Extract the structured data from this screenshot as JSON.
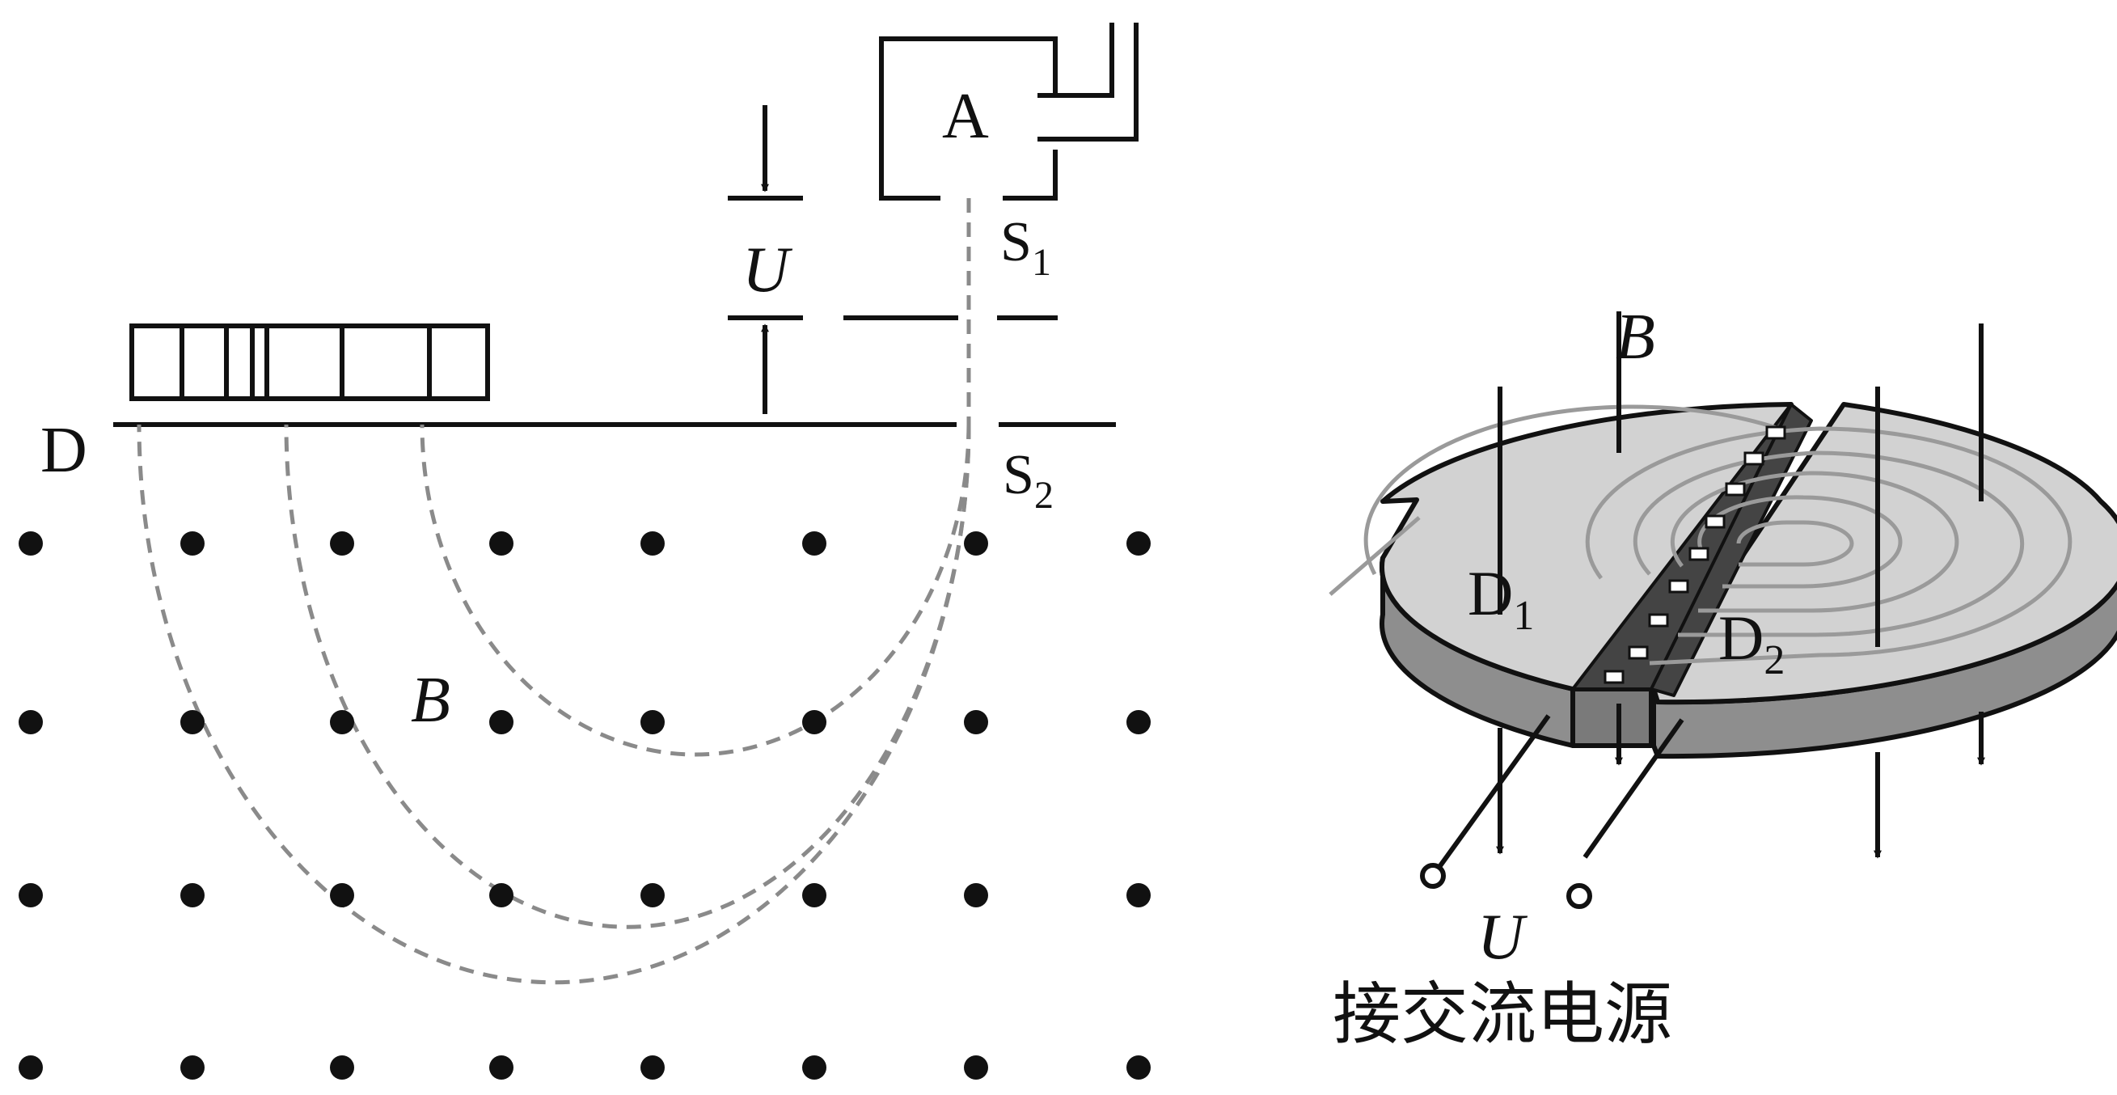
{
  "left_figure": {
    "label_A": "A",
    "label_S1": "S",
    "label_S1_sub": "1",
    "label_S2": "S",
    "label_S2_sub": "2",
    "label_U": "U",
    "label_D": "D",
    "label_B": "B"
  },
  "right_figure": {
    "label_B": "B",
    "label_D1": "D",
    "label_D1_sub": "1",
    "label_D2": "D",
    "label_D2_sub": "2",
    "label_U": "U",
    "caption": "接交流电源"
  },
  "colors": {
    "line": "#111111",
    "dashed": "#8a8a8a",
    "disk_top": "#d2d2d2",
    "disk_side": "#8e8e8e",
    "gap": "#444444",
    "spiral": "#9a9a9a"
  }
}
